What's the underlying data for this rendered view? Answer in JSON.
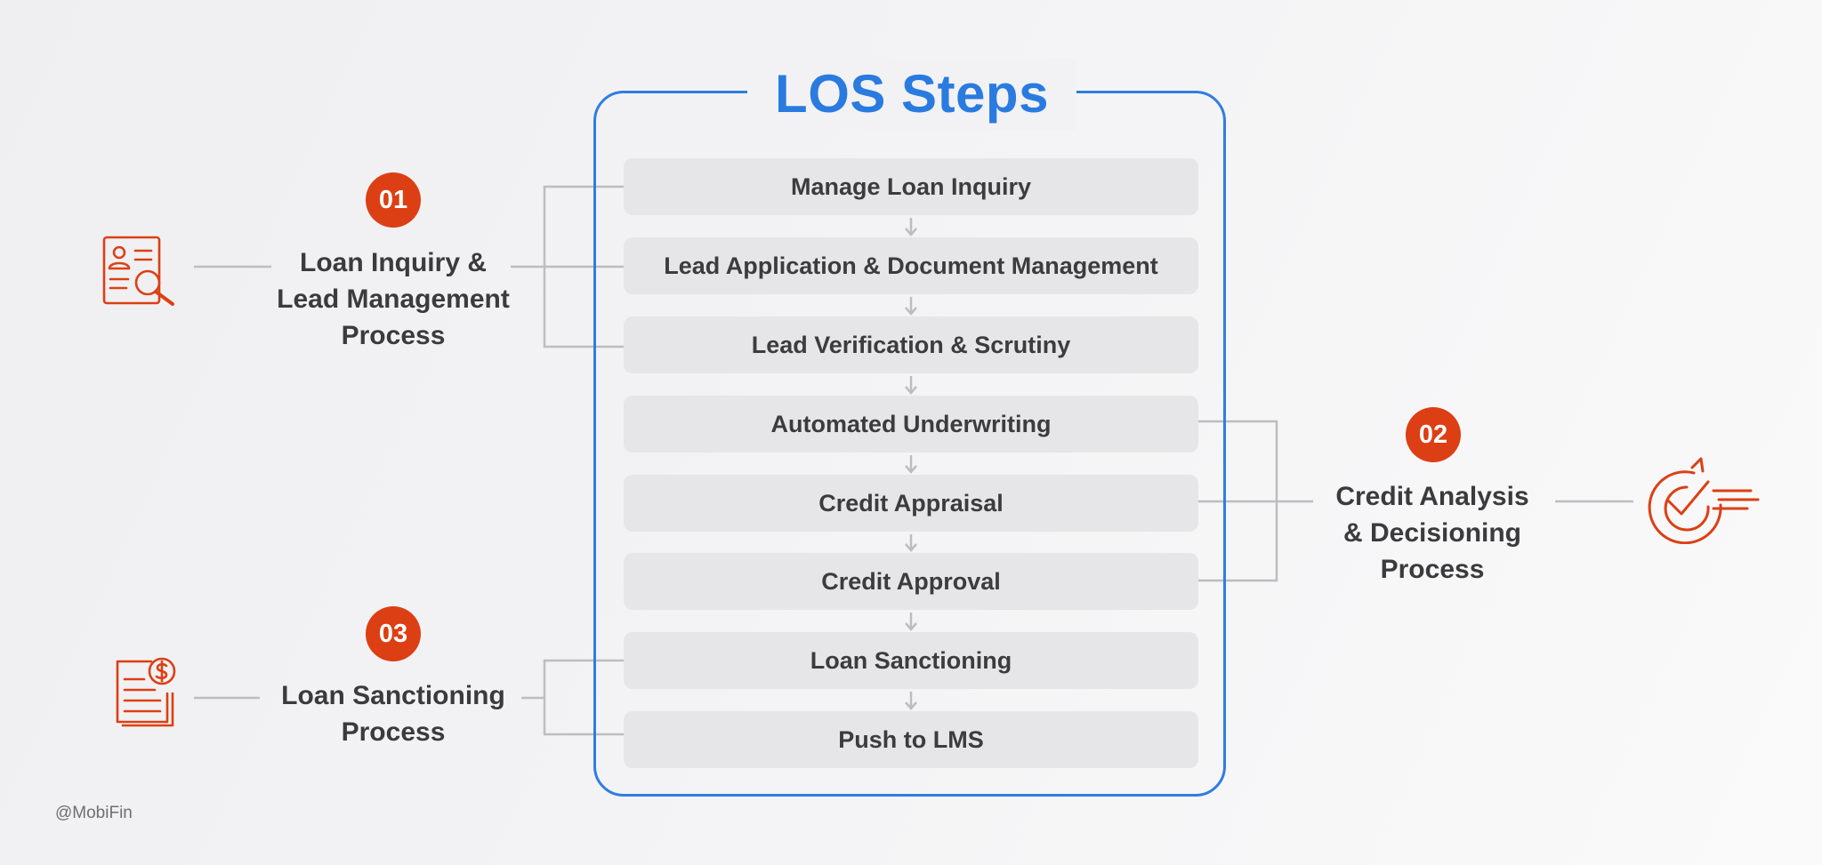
{
  "title": "LOS Steps",
  "steps": [
    "Manage Loan Inquiry",
    "Lead Application & Document Management",
    "Lead Verification & Scrutiny",
    "Automated Underwriting",
    "Credit Appraisal",
    "Credit Approval",
    "Loan Sanctioning",
    "Push to LMS"
  ],
  "phases": [
    {
      "number": "01",
      "lines": [
        "Loan Inquiry &",
        "Lead Management",
        "Process"
      ],
      "icon": "document-search-icon"
    },
    {
      "number": "02",
      "lines": [
        "Credit Analysis",
        "& Decisioning",
        "Process"
      ],
      "icon": "fast-check-target-icon"
    },
    {
      "number": "03",
      "lines": [
        "Loan Sanctioning",
        "Process"
      ],
      "icon": "invoice-dollar-icon"
    }
  ],
  "watermark": "@MobiFin",
  "colors": {
    "accent_blue": "#2f7de1",
    "accent_orange": "#dc3f14",
    "step_fill": "#e6e6e8",
    "text": "#3c3c3e"
  }
}
